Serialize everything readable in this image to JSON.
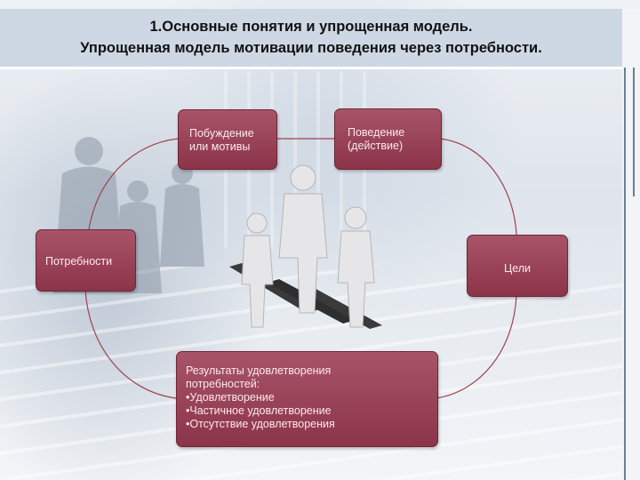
{
  "slide": {
    "title_line1": "1.Основные понятия и упрощенная модель.",
    "title_line2": "Упрощенная модель мотивации поведения через потребности."
  },
  "diagram": {
    "needs": "Потребности",
    "motives": "Побуждение\nили мотивы",
    "behavior": "Поведение\n(действие)",
    "goals": "Цели",
    "results": "Результаты удовлетворения\nпотребностей:\n•Удовлетворение\n•Частичное удовлетворение\n•Отсутствие удовлетворения"
  },
  "colors": {
    "box_fill": "#9b4459",
    "cycle_line": "#a0404e",
    "header_bg": "#ced8e4"
  }
}
